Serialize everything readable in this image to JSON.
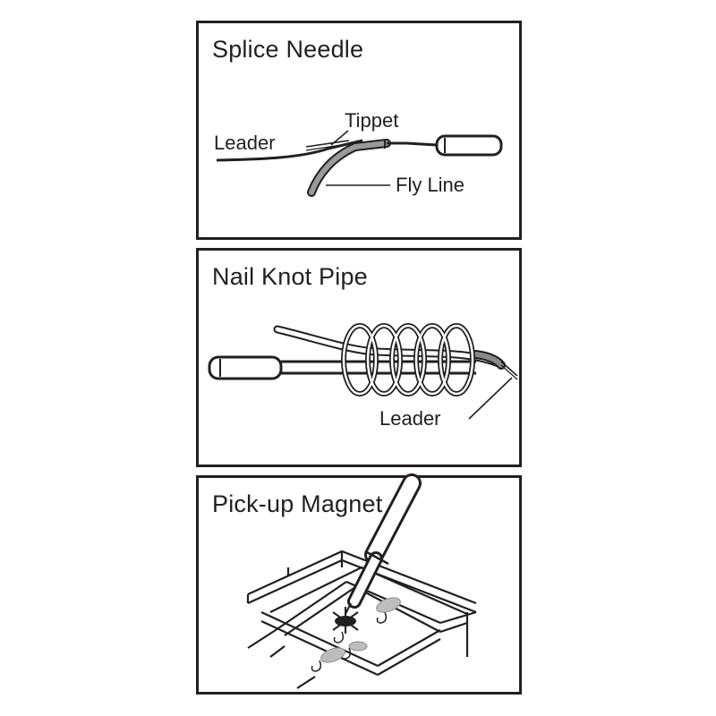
{
  "panels": [
    {
      "title": "Splice Needle",
      "labels": {
        "tippet": "Tippet",
        "leader": "Leader",
        "fly_line": "Fly Line"
      }
    },
    {
      "title": "Nail Knot Pipe",
      "labels": {
        "leader": "Leader"
      }
    },
    {
      "title": "Pick-up Magnet"
    }
  ],
  "colors": {
    "ink": "#231f20",
    "line_gray": "#8f8f8f",
    "light_gray": "#c8c8c8"
  }
}
